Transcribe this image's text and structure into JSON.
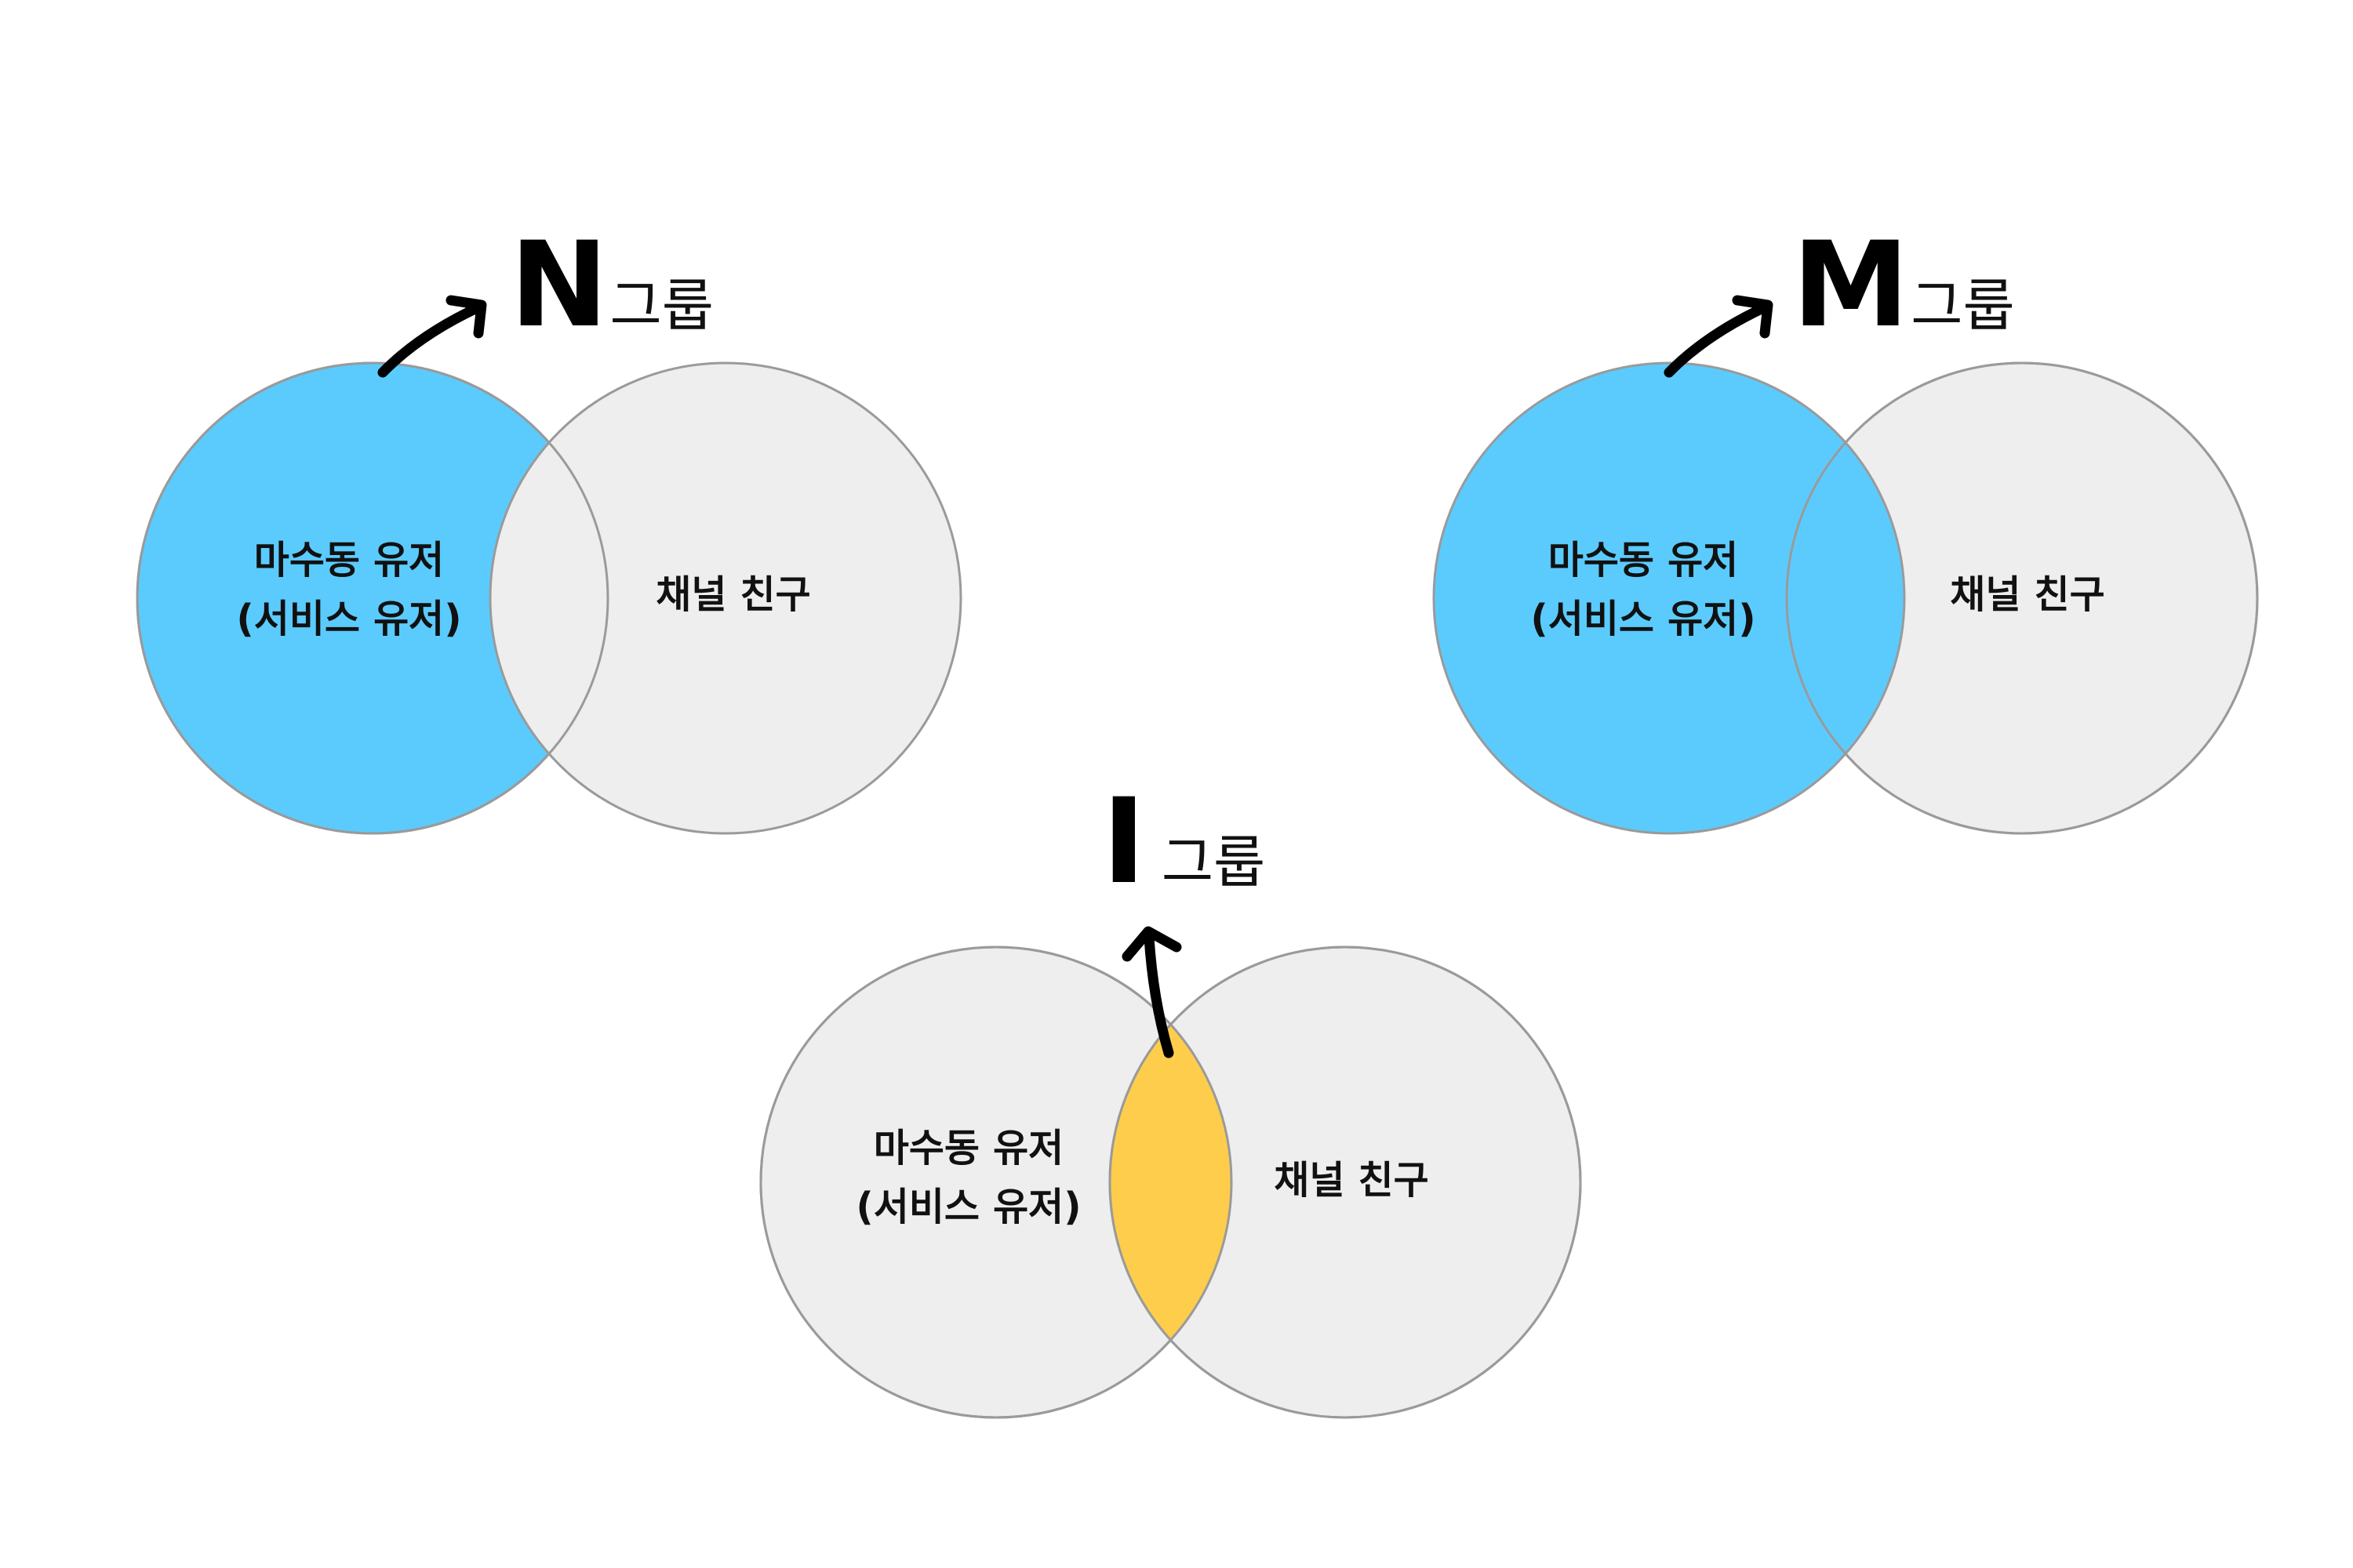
{
  "colors": {
    "highlight_blue": "#5BCBFE",
    "highlight_yellow": "#FECD4C",
    "circle_fill": "#EEEEEE",
    "circle_stroke": "#9A9A9A",
    "arrow": "#000000",
    "text": "#111111"
  },
  "labels": {
    "service_user_line1": "마수동 유저",
    "service_user_line2": "(서비스 유저)",
    "channel_friend": "채널 친구",
    "group_suffix": "그룹"
  },
  "diagrams": [
    {
      "id": "n",
      "group_letter": "N",
      "highlight": "left-only"
    },
    {
      "id": "m",
      "group_letter": "M",
      "highlight": "left-full"
    },
    {
      "id": "i",
      "group_letter": "I",
      "highlight": "intersection"
    }
  ]
}
